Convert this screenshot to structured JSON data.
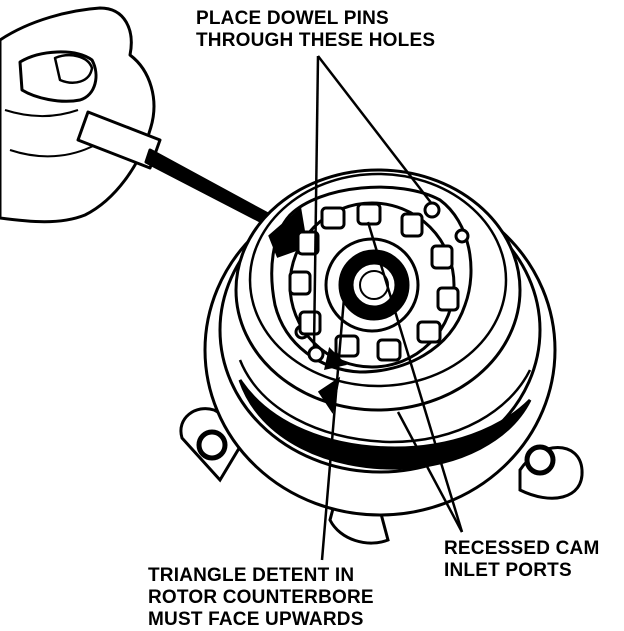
{
  "callouts": {
    "dowel_pins": {
      "line1": "PLACE DOWEL PINS",
      "line2": "THROUGH THESE HOLES"
    },
    "cam_ports": {
      "line1": "RECESSED CAM",
      "line2": "INLET PORTS"
    },
    "triangle_detent": {
      "line1": "TRIANGLE DETENT IN",
      "line2": "ROTOR COUNTERBORE",
      "line3": "MUST FACE UPWARDS"
    }
  },
  "colors": {
    "ink": "#000000",
    "paper": "#ffffff"
  }
}
